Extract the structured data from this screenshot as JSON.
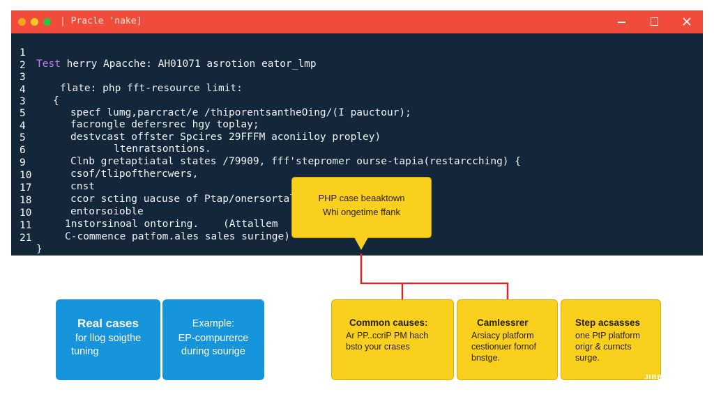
{
  "window": {
    "title": "| Pracle 'nake]"
  },
  "code_lines": [
    {
      "num": "1",
      "prefix": "Test",
      "text": " herry Apacche: AH01071 asrotion eator_lmp"
    },
    {
      "num": "2",
      "prefix": "",
      "text": ""
    },
    {
      "num": "3",
      "prefix": "",
      "text": "flate: php fft-resource limit:"
    },
    {
      "num": "4",
      "prefix": "",
      "text": "{"
    },
    {
      "num": "3",
      "prefix": "",
      "text": "specf lumg,parcract/e /thiporentsantheOing/(I pauctour);"
    },
    {
      "num": "5",
      "prefix": "",
      "text": "facrongle defersrec hgy toplay;"
    },
    {
      "num": "4",
      "prefix": "",
      "text": "destvcast offster Spcires 29FFFM aconiiloy propley)"
    },
    {
      "num": "5",
      "prefix": "",
      "text": "ltenratsontions."
    },
    {
      "num": "6",
      "prefix": "",
      "text": "Clnb gretaptiatal states /79909, fff'stepromer ourse-tapia(restarcching) {"
    },
    {
      "num": "9",
      "prefix": "",
      "text": "csof/tlipofthercwers,"
    },
    {
      "num": "10",
      "prefix": "",
      "text": "cnst"
    },
    {
      "num": "17",
      "prefix": "",
      "text": "ccor scting uacuse of Ptap/onersortaliter"
    },
    {
      "num": "18",
      "prefix": "",
      "text": "entorsoioble"
    },
    {
      "num": "10",
      "prefix": "",
      "text": "1nstorsinoal ontoring.    (Attallem"
    },
    {
      "num": "11",
      "prefix": "",
      "text": "C-commence patfom.ales sales suringe)"
    },
    {
      "num": "21",
      "prefix": "",
      "text": "}"
    }
  ],
  "callout": {
    "line1": "PHP case beaaktown",
    "line2": "Whi ongetime ffank"
  },
  "left_cards": [
    {
      "title": "Real cases",
      "body1": "for llog soigthe",
      "body2": "tuning"
    },
    {
      "title": "Example:",
      "body1": "EP-compurerce",
      "body2": "during sourige"
    }
  ],
  "right_cards": [
    {
      "title": "Common causes:",
      "body1": "Ar PP..ccriP PM hach",
      "body2": "bsto your crases",
      "body3": ""
    },
    {
      "title": "Camlessrer",
      "body1": "Arsiacy platform",
      "body2": "cestionuer fornof",
      "body3": "bnstge."
    },
    {
      "title": "Step acsasses",
      "body1": "one PtP platform",
      "body2": "origr & curncts",
      "body3": "surge."
    }
  ],
  "watermark": "JIBB",
  "colors": {
    "titlebar": "#f14c3b",
    "editor_bg": "#14273a",
    "accent_yellow": "#f9d01d",
    "accent_blue": "#1695dc",
    "connector": "#d32a2a"
  }
}
